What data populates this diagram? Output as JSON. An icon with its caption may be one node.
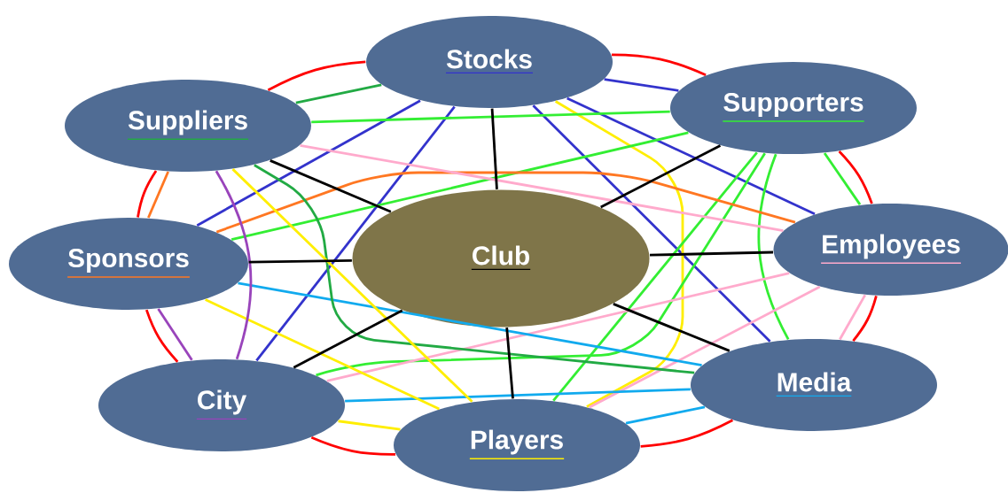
{
  "diagram": {
    "nodes": [
      {
        "text": [
          "Club"
        ]
      },
      {
        "text": [
          "Stocks"
        ]
      },
      {
        "text": [
          "Supporters"
        ]
      },
      {
        "text": [
          "Employees"
        ]
      },
      {
        "text": [
          "Media"
        ]
      },
      {
        "text": [
          "Players"
        ]
      },
      {
        "text": [
          "City"
        ]
      },
      {
        "text": [
          "Sponsors"
        ]
      },
      {
        "text": [
          "Suppliers"
        ]
      }
    ],
    "edges": [
      {
        "from": 1,
        "to": 2,
        "arrow": "none",
        "color": "#3333cc"
      },
      {
        "from": 1,
        "to": 3,
        "arrow": "none",
        "color": "#3333cc"
      },
      {
        "from": 1,
        "to": 4,
        "arrow": "none",
        "color": "#3333cc"
      },
      {
        "from": 1,
        "to": 5,
        "arrow": "none",
        "color": "#ffee00"
      },
      {
        "from": 1,
        "to": 6,
        "arrow": "none",
        "color": "#3333cc"
      },
      {
        "from": 1,
        "to": 7,
        "arrow": "none",
        "color": "#3333cc"
      },
      {
        "from": 1,
        "to": 8,
        "arrow": "none",
        "color": "#22aa44"
      },
      {
        "from": 2,
        "to": 3,
        "arrow": "none",
        "color": "#33ee33"
      },
      {
        "from": 2,
        "to": 4,
        "arrow": "none",
        "color": "#33ee33"
      },
      {
        "from": 2,
        "to": 5,
        "arrow": "none",
        "color": "#33ee33"
      },
      {
        "from": 2,
        "to": 6,
        "arrow": "none",
        "color": "#33ee33"
      },
      {
        "from": 2,
        "to": 7,
        "arrow": "none",
        "color": "#33ee33"
      },
      {
        "from": 2,
        "to": 8,
        "arrow": "none",
        "color": "#33ee33"
      },
      {
        "from": 3,
        "to": 4,
        "arrow": "none",
        "color": "#ffaacc"
      },
      {
        "from": 3,
        "to": 5,
        "arrow": "none",
        "color": "#ffaacc"
      },
      {
        "from": 3,
        "to": 6,
        "arrow": "none",
        "color": "#ffaacc"
      },
      {
        "from": 3,
        "to": 7,
        "arrow": "none",
        "color": "#ff7722"
      },
      {
        "from": 3,
        "to": 8,
        "arrow": "none",
        "color": "#ffaacc"
      },
      {
        "from": 4,
        "to": 5,
        "arrow": "none",
        "color": "#11aaee"
      },
      {
        "from": 4,
        "to": 6,
        "arrow": "none",
        "color": "#11aaee"
      },
      {
        "from": 4,
        "to": 7,
        "arrow": "none",
        "color": "#11aaee"
      },
      {
        "from": 4,
        "to": 8,
        "arrow": "none",
        "color": "#22aa44"
      },
      {
        "from": 5,
        "to": 6,
        "arrow": "none",
        "color": "#ffee00"
      },
      {
        "from": 5,
        "to": 7,
        "arrow": "none",
        "color": "#ffee00"
      },
      {
        "from": 5,
        "to": 8,
        "arrow": "none",
        "color": "#ffee00"
      },
      {
        "from": 6,
        "to": 7,
        "arrow": "none",
        "color": "#9944bb"
      },
      {
        "from": 6,
        "to": 8,
        "arrow": "none",
        "color": "#9944bb"
      },
      {
        "from": 7,
        "to": 8,
        "arrow": "none",
        "color": "#ff7722"
      },
      {
        "from": 0,
        "to": 1,
        "arrow": "none",
        "color": "#000000"
      },
      {
        "from": 0,
        "to": 2,
        "arrow": "none",
        "color": "#000000"
      },
      {
        "from": 0,
        "to": 3,
        "arrow": "none",
        "color": "#000000"
      },
      {
        "from": 0,
        "to": 4,
        "arrow": "none",
        "color": "#000000"
      },
      {
        "from": 0,
        "to": 5,
        "arrow": "none",
        "color": "#000000"
      },
      {
        "from": 0,
        "to": 6,
        "arrow": "none",
        "color": "#000000"
      },
      {
        "from": 0,
        "to": 7,
        "arrow": "none",
        "color": "#000000"
      },
      {
        "from": 0,
        "to": 8,
        "arrow": "none",
        "color": "#000000"
      },
      {
        "from": 1,
        "to": 2,
        "arrow": "none",
        "color": "#ff0000"
      },
      {
        "from": 2,
        "to": 3,
        "arrow": "none",
        "color": "#ff0000"
      },
      {
        "from": 3,
        "to": 4,
        "arrow": "none",
        "color": "#ff0000"
      },
      {
        "from": 4,
        "to": 5,
        "arrow": "none",
        "color": "#ff0000"
      },
      {
        "from": 5,
        "to": 6,
        "arrow": "none",
        "color": "#ff0000"
      },
      {
        "from": 6,
        "to": 7,
        "arrow": "none",
        "color": "#ff0000"
      },
      {
        "from": 7,
        "to": 8,
        "arrow": "none",
        "color": "#ff0000"
      },
      {
        "from": 8,
        "to": 1,
        "arrow": "none",
        "color": "#ff0000"
      }
    ]
  }
}
